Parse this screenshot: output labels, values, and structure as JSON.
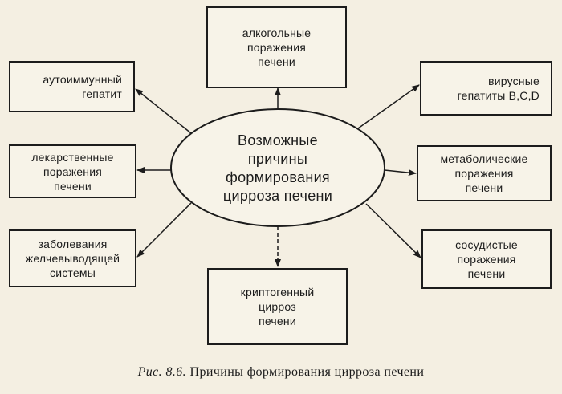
{
  "diagram": {
    "center": {
      "text": "Возможные\nпричины\nформирования\nцирроза печени"
    },
    "causes": {
      "alcoholic": "алкогольные\nпоражения\nпечени",
      "autoimmune": "аутоиммунный\nгепатит",
      "viral": "вирусные\nгепатиты B,C,D",
      "drug": "лекарственные\nпоражения\nпечени",
      "metabolic": "метаболические\nпоражения\nпечени",
      "biliary": "заболевания\nжелчевыводящей\nсистемы",
      "vascular": "сосудистые\nпоражения\nпечени",
      "cryptogenic": "криптогенный\nцирроз\nпечени"
    }
  },
  "caption": {
    "label": "Рис. 8.6.",
    "text": " Причины формирования цирроза печени"
  }
}
